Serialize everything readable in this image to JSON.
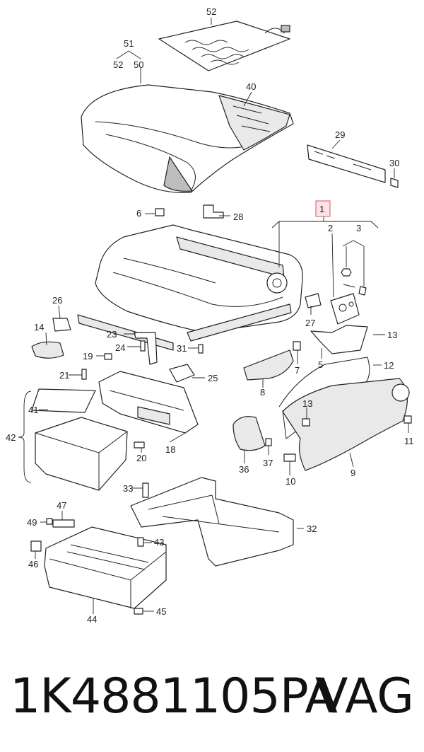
{
  "callouts": [
    "52",
    "51",
    "52",
    "50",
    "40",
    "29",
    "30",
    "1",
    "6",
    "28",
    "2",
    "3",
    "26",
    "14",
    "27",
    "13",
    "23",
    "24",
    "19",
    "31",
    "5",
    "7",
    "12",
    "21",
    "25",
    "8",
    "41",
    "13",
    "42",
    "18",
    "20",
    "36",
    "37",
    "11",
    "10",
    "9",
    "33",
    "32",
    "47",
    "49",
    "43",
    "46",
    "44",
    "45"
  ],
  "footer": {
    "part_number": "1K4881105PA",
    "brand": "VAG"
  }
}
